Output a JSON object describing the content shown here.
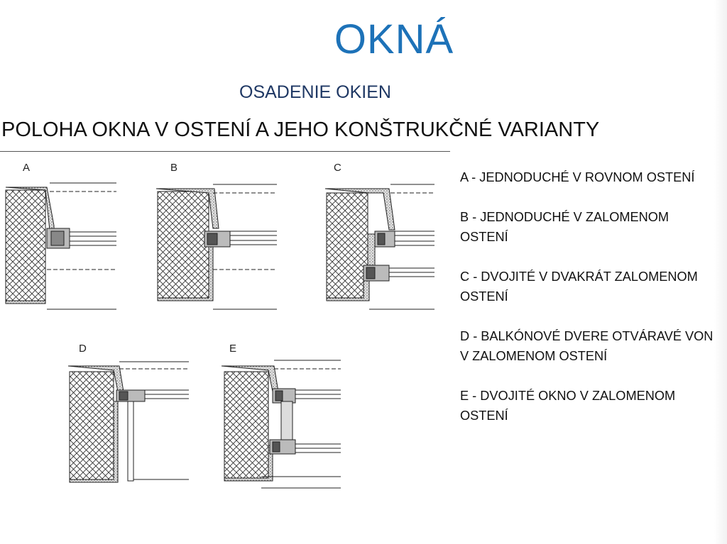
{
  "title": "OKNÁ",
  "subtitle": "OSADENIE OKIEN",
  "heading": "POLOHA OKNA V OSTENÍ A JEHO KONŠTRUKČNÉ VARIANTY",
  "diagram_labels": [
    "A",
    "B",
    "C",
    "D",
    "E"
  ],
  "variants": [
    "A - JEDNODUCHÉ V ROVNOM OSTENÍ",
    "B - JEDNODUCHÉ V ZALOMENOM OSTENÍ",
    "C - DVOJITÉ V DVAKRÁT ZALOMENOM OSTENÍ",
    "D - BALKÓNOVÉ DVERE OTVÁRAVÉ VON V ZALOMENOM OSTENÍ",
    "E - DVOJITÉ OKNO V ZALOMENOM OSTENÍ"
  ]
}
